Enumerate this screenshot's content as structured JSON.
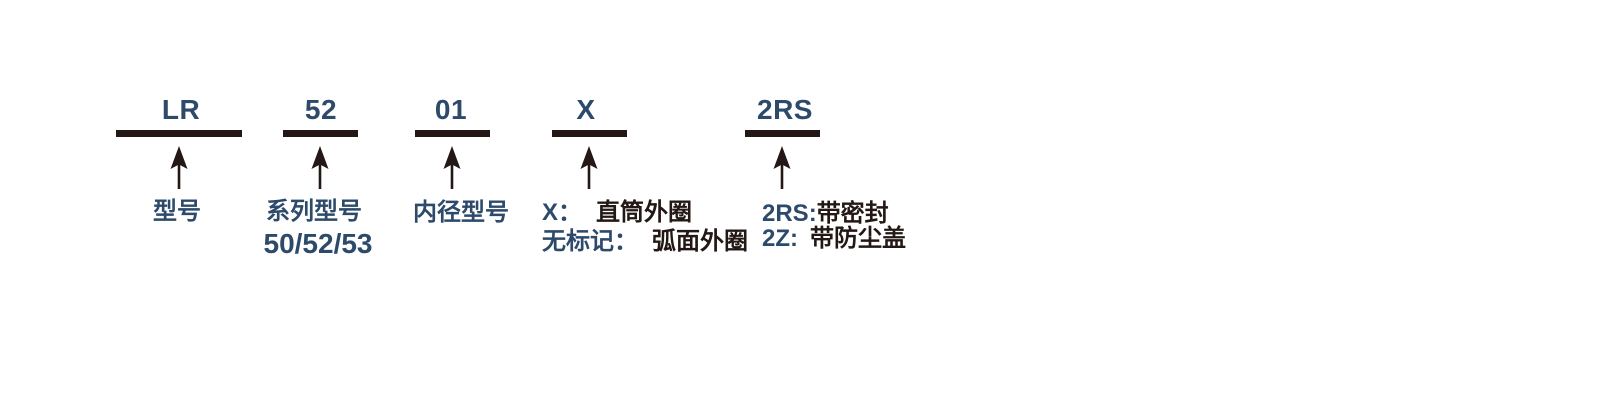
{
  "diagram": {
    "colors": {
      "navy": "#2d4a6b",
      "ink": "#231815",
      "background": "#ffffff"
    },
    "segments": [
      {
        "code": "LR",
        "lines": [
          {
            "text": "型号"
          }
        ]
      },
      {
        "code": "52",
        "lines": [
          {
            "text": "系列型号"
          },
          {
            "text": "50/52/53"
          }
        ]
      },
      {
        "code": "01",
        "lines": [
          {
            "text": "内径型号"
          }
        ]
      },
      {
        "code": "X",
        "lines": [
          {
            "prefix": "X：",
            "text": "直筒外圈"
          },
          {
            "prefix": "无标记：",
            "text": "弧面外圈"
          }
        ]
      },
      {
        "code": "2RS",
        "lines": [
          {
            "prefix": "2RS:",
            "text": "带密封"
          },
          {
            "prefix": "2Z:",
            "text": "带防尘盖"
          }
        ]
      }
    ]
  }
}
